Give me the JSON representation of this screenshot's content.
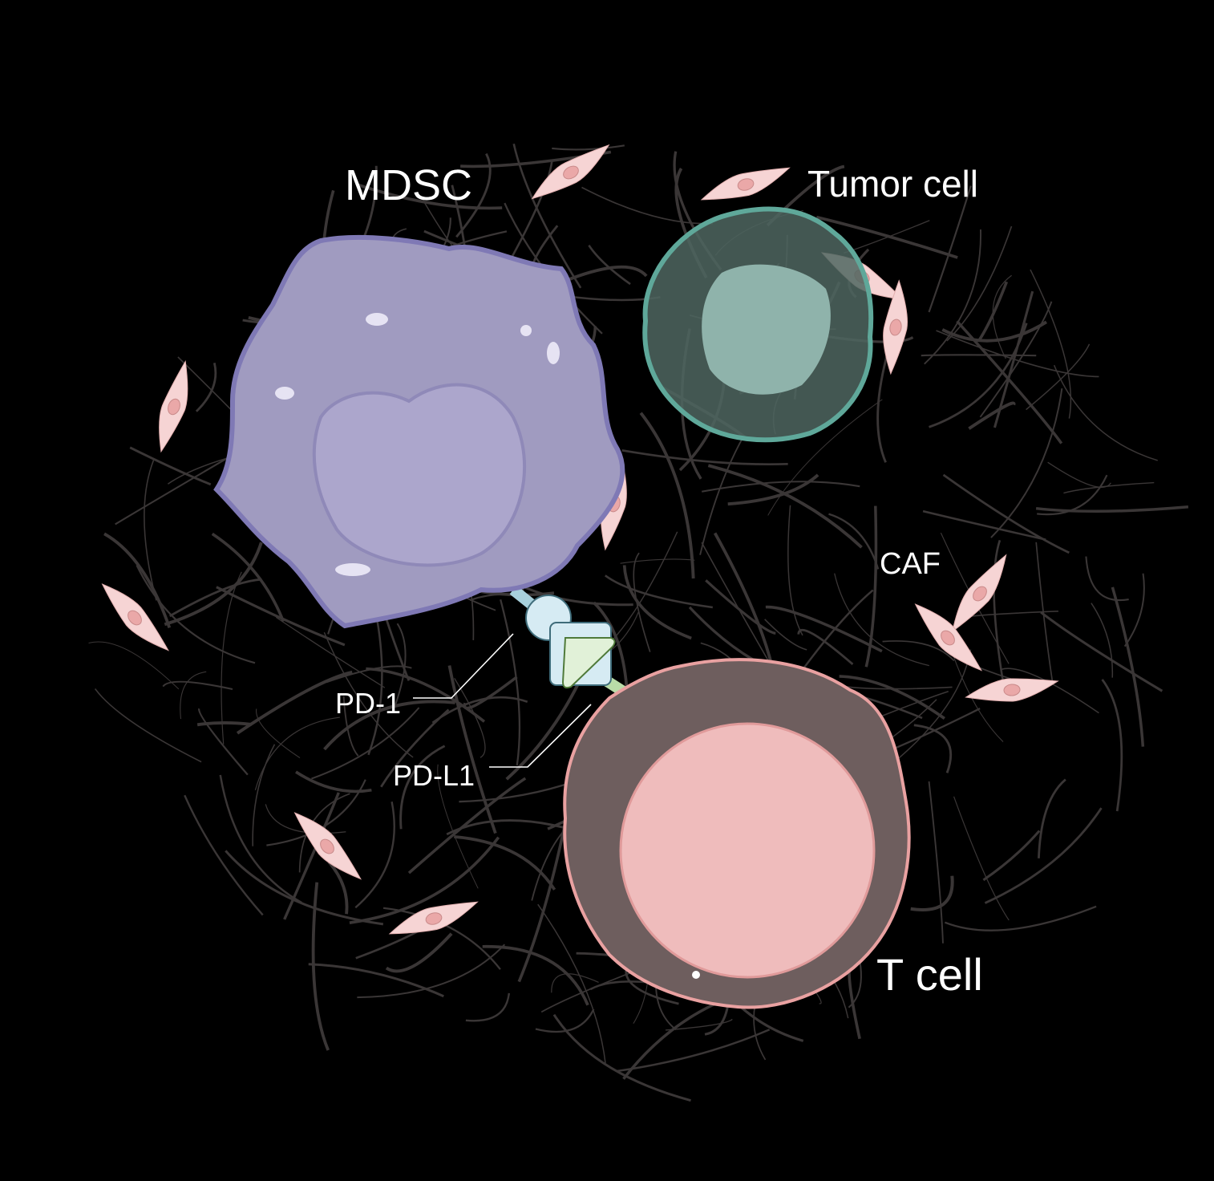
{
  "labels": {
    "mdsc": "MDSC",
    "tumor_cell": "Tumor cell",
    "caf": "CAF",
    "pd1": "PD-1",
    "pdl1": "PD-L1",
    "t_cell": "T cell"
  },
  "colors": {
    "background": "#000000",
    "mdsc": "#a09bc0",
    "mdsc_outline": "#7f79b5",
    "tumor": "#4f6660",
    "tumor_nucleus": "#8fb3ab",
    "tumor_outline": "#5fa89a",
    "tcell": "#6e5e5e",
    "tcell_nucleus": "#efbcbc",
    "tcell_outline": "#e9a1a1",
    "caf": "#f6d4d4",
    "pd1": "#d6ebf3",
    "pdl1": "#e1f1d8",
    "fiber": "#3a3636"
  }
}
